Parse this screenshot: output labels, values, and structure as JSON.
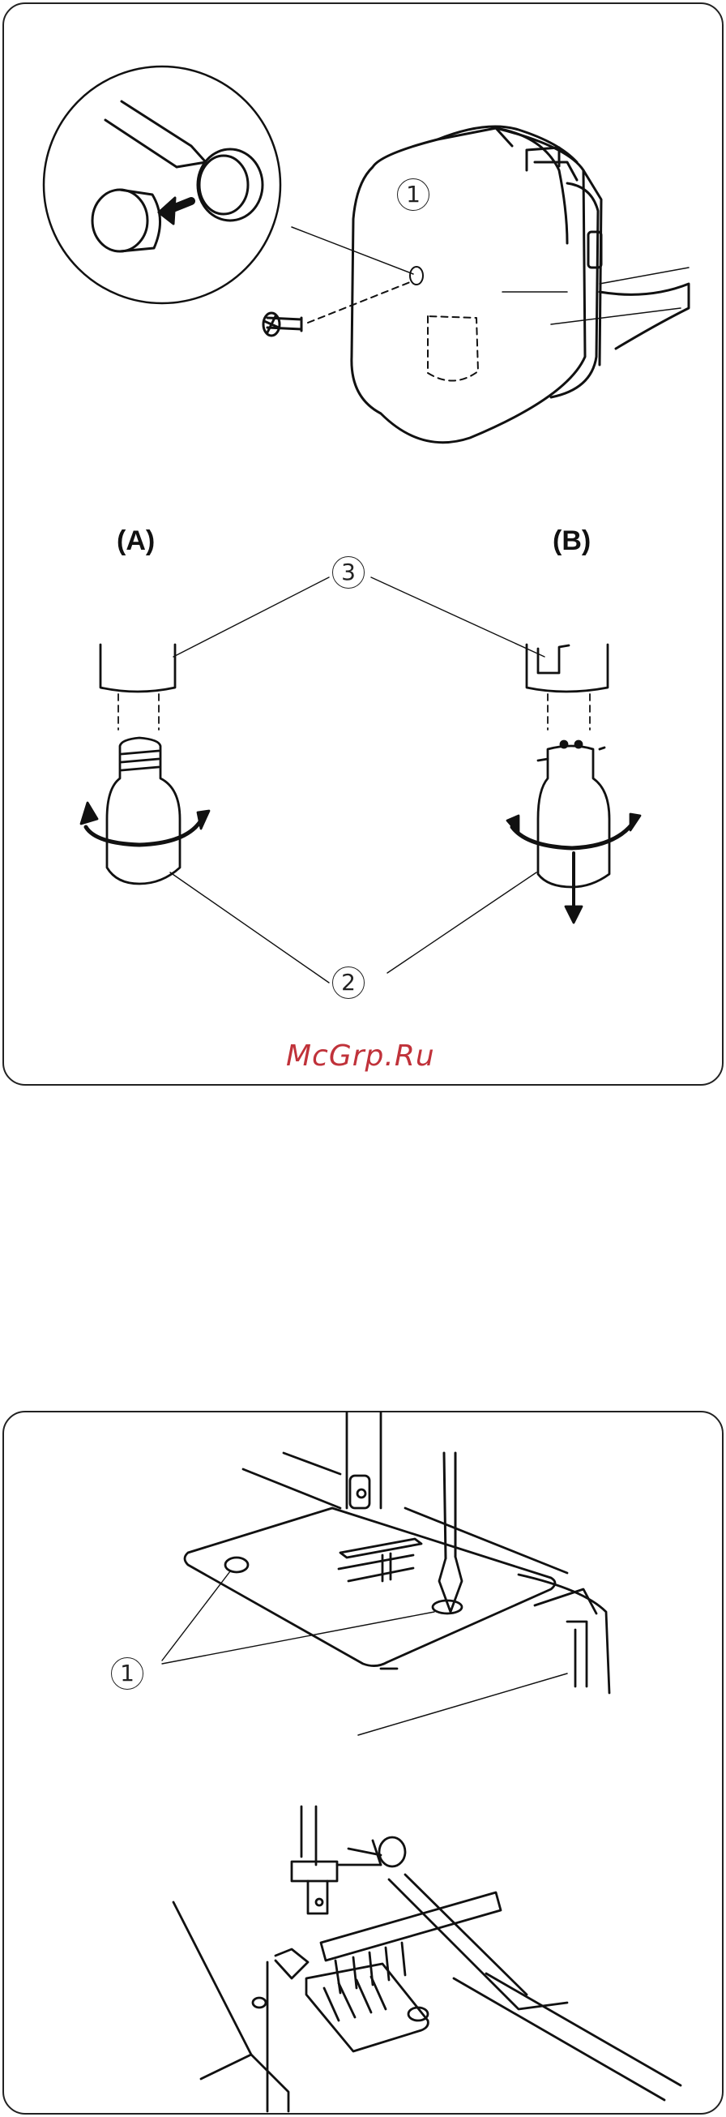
{
  "top_panel": {
    "label_a": "(A)",
    "label_b": "(B)",
    "callout_1": "1",
    "callout_2": "2",
    "callout_3": "3"
  },
  "bottom_panel": {
    "callout_1": "1"
  },
  "watermark": "McGrp.Ru"
}
